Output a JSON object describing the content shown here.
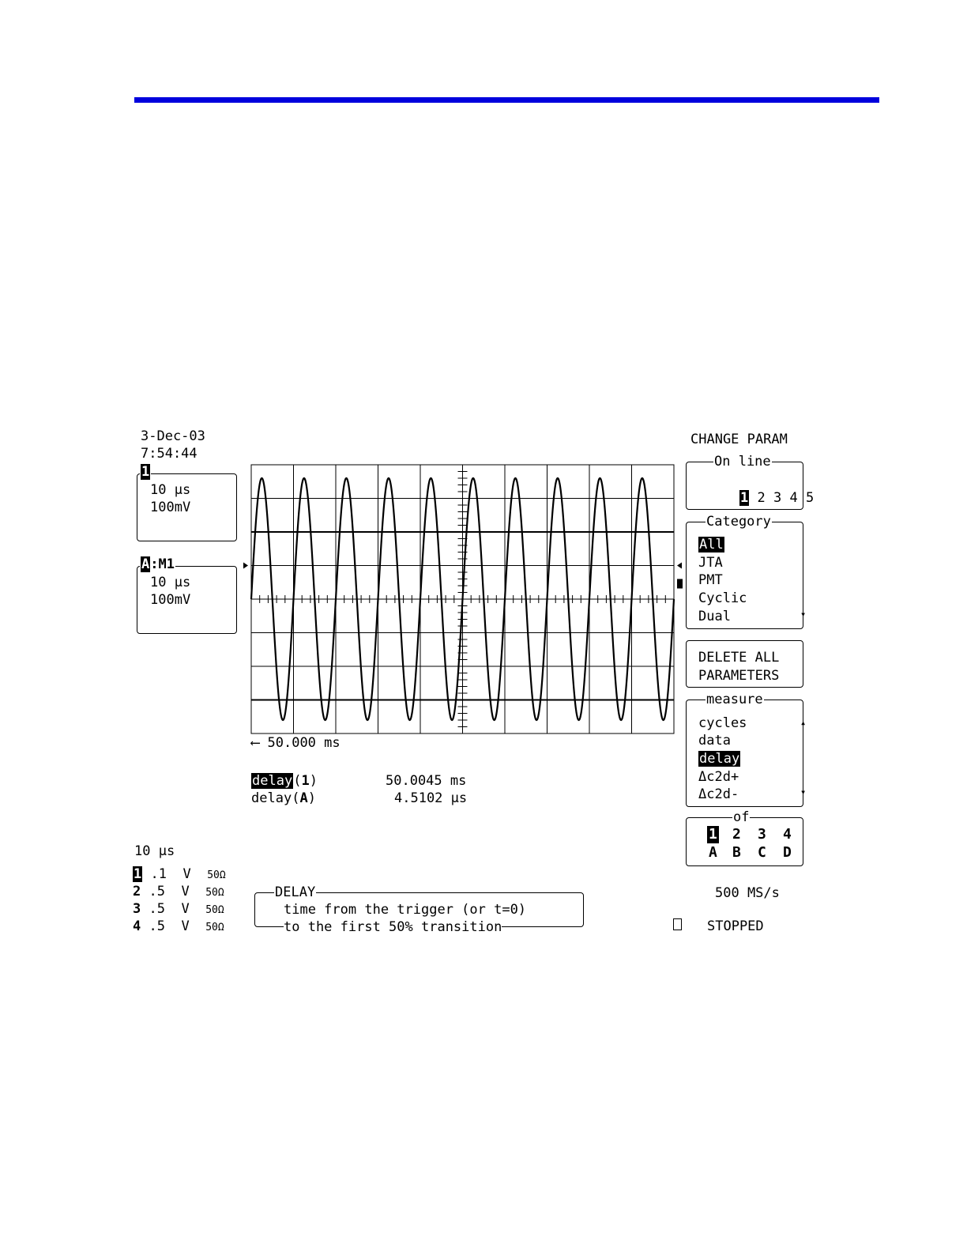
{
  "header": {
    "rule_color": "#0000dd"
  },
  "datetime": {
    "date": "3-Dec-03",
    "time": "7:54:44"
  },
  "traces": [
    {
      "tag": "1",
      "timebase": "10 µs",
      "volts": "100mV"
    },
    {
      "tag": "A",
      "label": ":M1",
      "timebase": "10 µs",
      "volts": "100mV"
    }
  ],
  "grid": {
    "delay_readout": "50.000 ms",
    "arrow": "⟵"
  },
  "sine": {
    "cycles": 10,
    "amplitude_divs": 3.6
  },
  "measurements": [
    {
      "name": "delay",
      "src": "1",
      "value": "50.0045 ms"
    },
    {
      "name": "delay",
      "src": "A",
      "value": "4.5102 µs"
    }
  ],
  "timebase_summary": "10 µs",
  "channels": [
    {
      "num": "1",
      "scale": ".1",
      "unit": "V",
      "imp": "50Ω"
    },
    {
      "num": "2",
      "scale": ".5",
      "unit": "V",
      "imp": "50Ω"
    },
    {
      "num": "3",
      "scale": ".5",
      "unit": "V",
      "imp": "50Ω"
    },
    {
      "num": "4",
      "scale": ".5",
      "unit": "V",
      "imp": "50Ω"
    }
  ],
  "help": {
    "title": "DELAY",
    "line1": "time from the trigger (or t=0)",
    "line2": "to the first 50% transition"
  },
  "menu": {
    "title": "CHANGE PARAM",
    "online": {
      "legend": "On line",
      "items": [
        "1",
        "2",
        "3",
        "4",
        "5"
      ],
      "selected": 0
    },
    "category": {
      "legend": "Category",
      "items": [
        "All",
        "JTA",
        "PMT",
        "Cyclic",
        "Dual"
      ],
      "selected": 0
    },
    "delete_all": {
      "line1": "DELETE ALL",
      "line2": "PARAMETERS"
    },
    "measure": {
      "legend": "measure",
      "items": [
        "cycles",
        "data",
        "delay",
        "Δc2d+",
        "Δc2d-"
      ],
      "selected": 2
    },
    "of": {
      "legend": "of",
      "top": [
        "1",
        "2",
        "3",
        "4"
      ],
      "bottom": [
        "A",
        "B",
        "C",
        "D"
      ],
      "selected": 0
    }
  },
  "status": {
    "sample_rate": "500 MS/s",
    "state": "STOPPED"
  }
}
